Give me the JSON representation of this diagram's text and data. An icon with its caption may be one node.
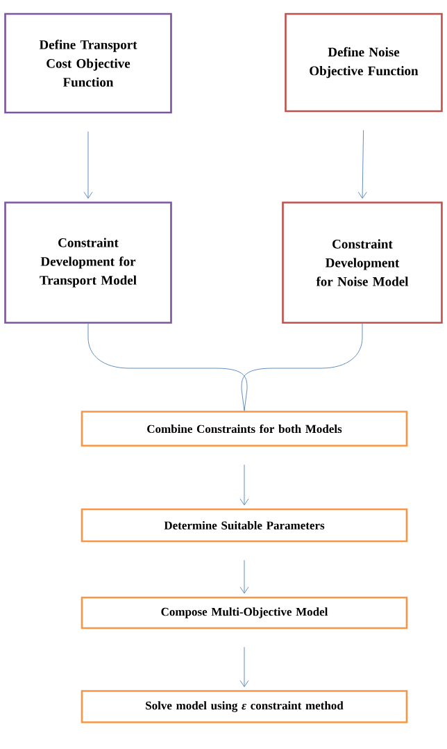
{
  "diagram": {
    "nodes": [
      {
        "text": [
          "Define Transport Cost Objective Function"
        ]
      },
      {
        "text": [
          "Define Noise Objective Function"
        ]
      },
      {
        "text": [
          "Constraint Development for Transport Model"
        ]
      },
      {
        "text": [
          "Constraint Development for Noise Model"
        ]
      },
      {
        "text": [
          "Combine Constraints for both Models"
        ]
      },
      {
        "text": [
          "Determine Suitable Parameters"
        ]
      },
      {
        "text": [
          "Compose Multi-Objective Model"
        ]
      },
      {
        "text": [
          "Solve model using *ε* constraint method"
        ]
      }
    ],
    "edges": [
      {
        "from": 0,
        "to": 2,
        "arrow": "to"
      },
      {
        "from": 1,
        "to": 3,
        "arrow": "to"
      },
      {
        "from": 2,
        "to": 4,
        "arrow": "none"
      },
      {
        "from": 3,
        "to": 4,
        "arrow": "none"
      },
      {
        "from": 4,
        "to": 5,
        "arrow": "to"
      },
      {
        "from": 5,
        "to": 6,
        "arrow": "to"
      },
      {
        "from": 6,
        "to": 7,
        "arrow": "to"
      }
    ]
  }
}
